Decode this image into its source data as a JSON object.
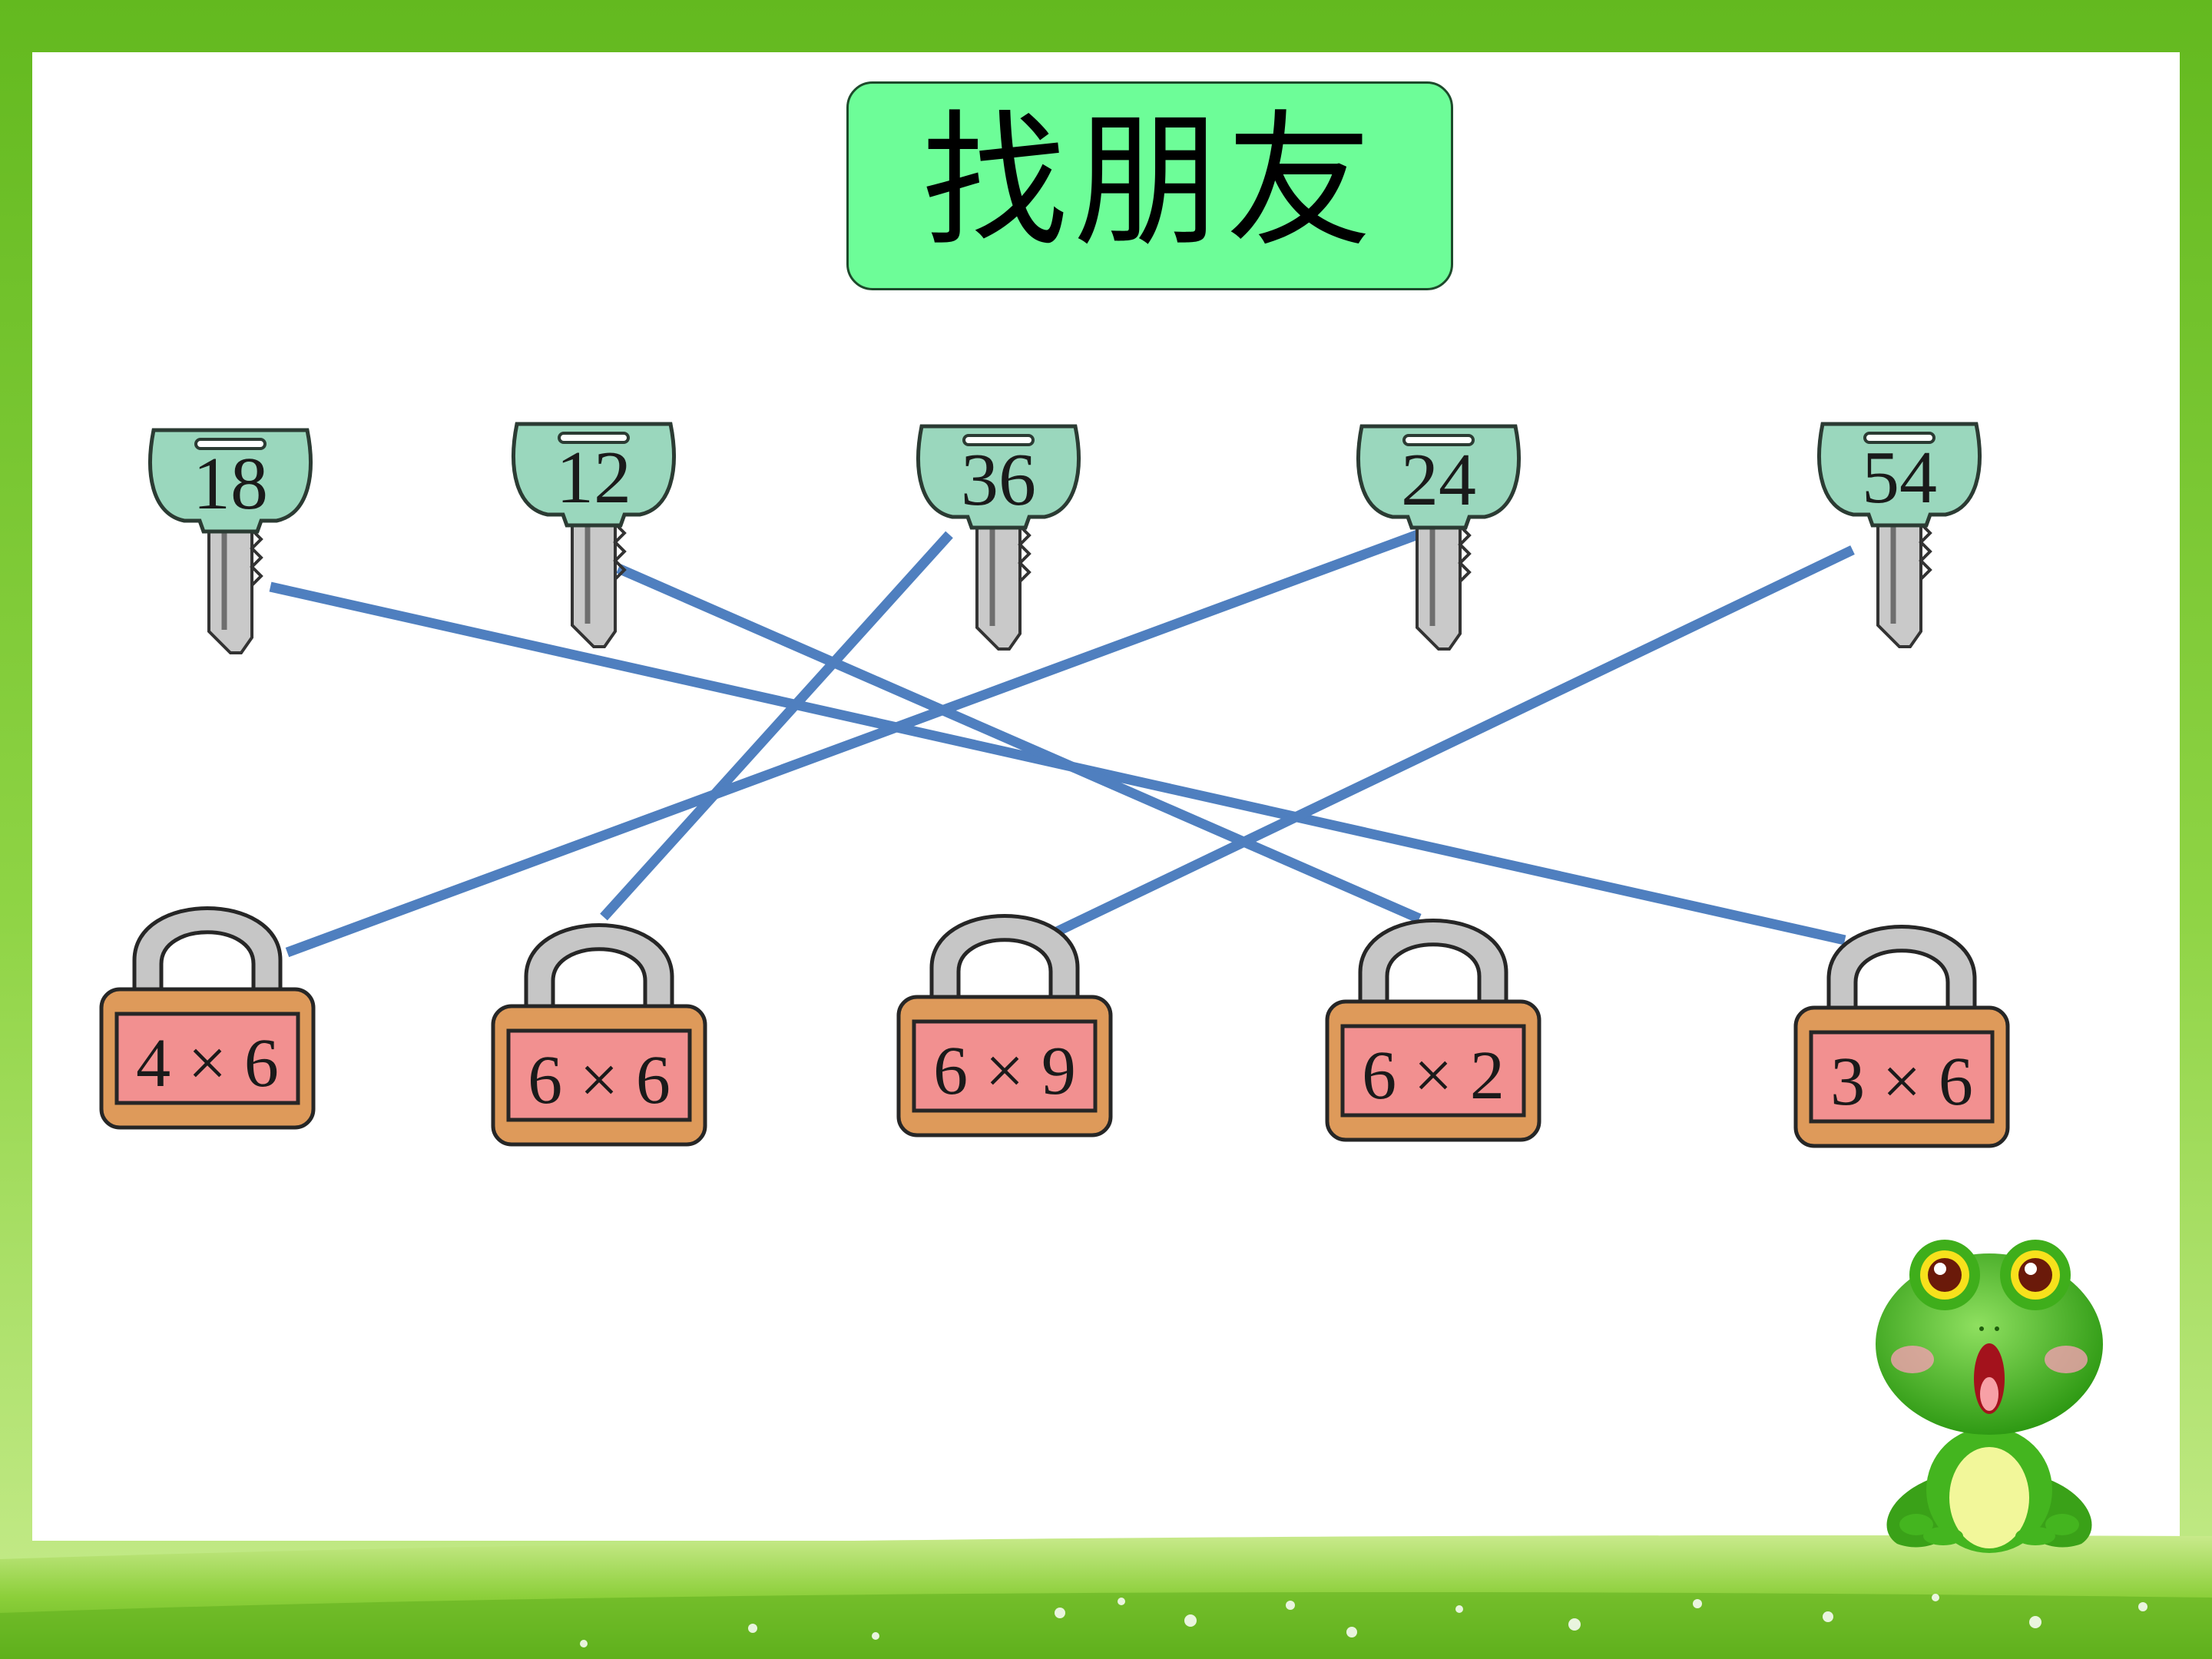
{
  "title": "找朋友",
  "keys": [
    {
      "label": "18"
    },
    {
      "label": "12"
    },
    {
      "label": "36"
    },
    {
      "label": "24"
    },
    {
      "label": "54"
    }
  ],
  "locks": [
    {
      "label": "4 × 6"
    },
    {
      "label": "6 × 6"
    },
    {
      "label": "6 × 9"
    },
    {
      "label": "6 × 2"
    },
    {
      "label": "3 × 6"
    }
  ],
  "connections": [
    {
      "key": 0,
      "lock": 4
    },
    {
      "key": 1,
      "lock": 3
    },
    {
      "key": 2,
      "lock": 1
    },
    {
      "key": 3,
      "lock": 0
    },
    {
      "key": 4,
      "lock": 2
    }
  ],
  "colors": {
    "frame_green": "#72c52e",
    "frame_light": "#c8ec8e",
    "title_fill": "#6dfd98",
    "key_head": "#9ad7bd",
    "key_blade": "#c9c9c9",
    "lock_body": "#de9a5a",
    "lock_label": "#f29090",
    "lock_shackle": "#c6c6c6",
    "connect_line": "#4f7fbf",
    "frog_green": "#44b51f",
    "frog_belly": "#f2f79a"
  }
}
